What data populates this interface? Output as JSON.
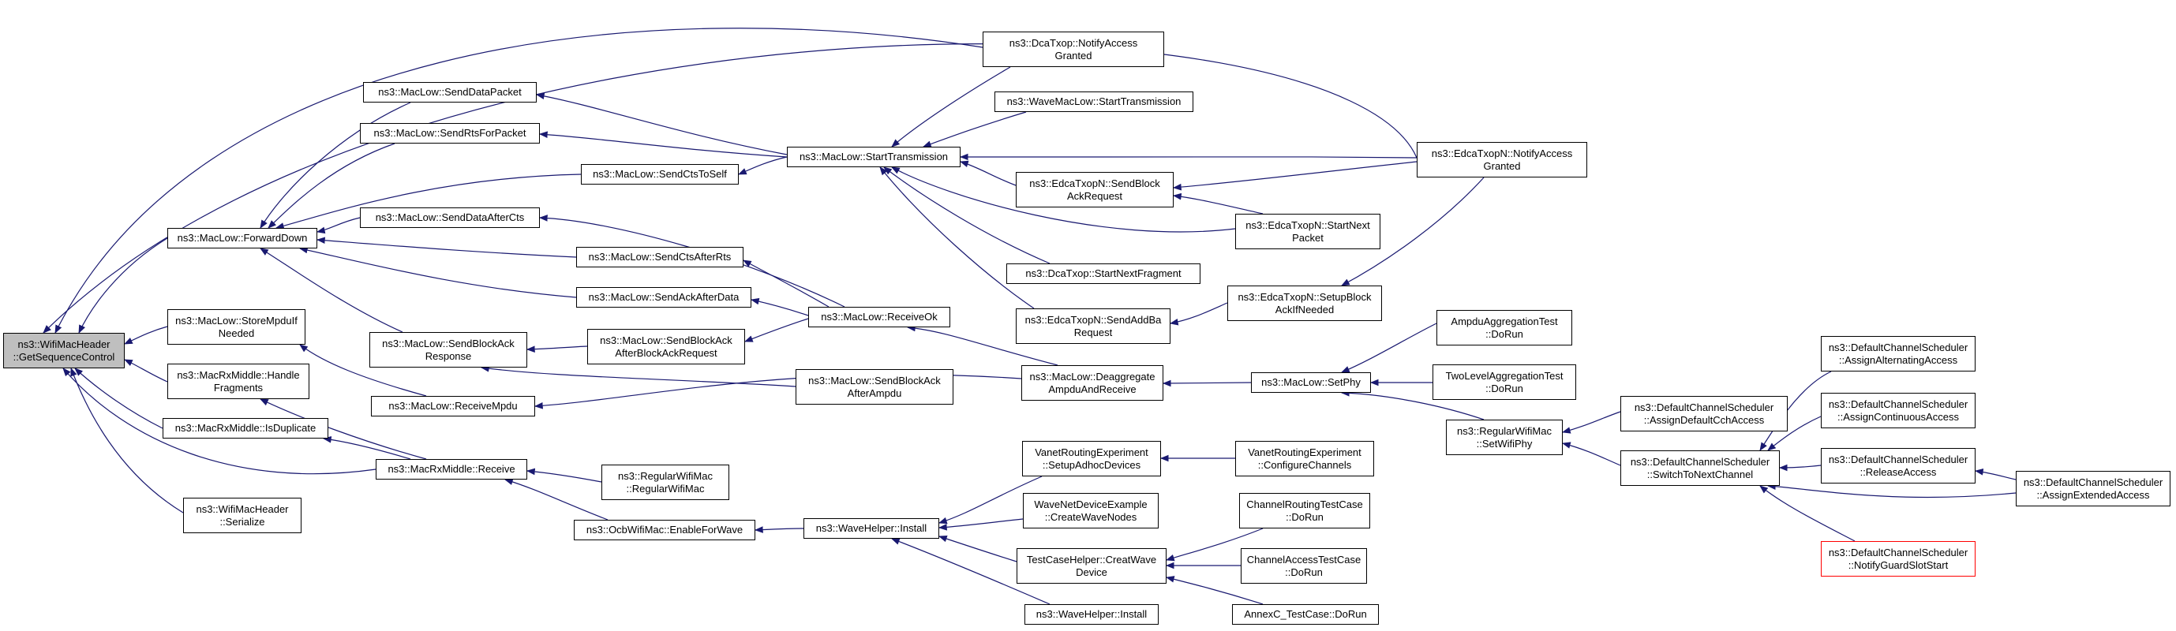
{
  "colors": {
    "edge": "#191970",
    "border": "#000000",
    "root_fill": "#bfbfbf",
    "truncated_border": "#ff0000"
  },
  "nodes": {
    "root": [
      "ns3::WifiMacHeader",
      "::GetSequenceControl"
    ],
    "forwardDown": [
      "ns3::MacLow::ForwardDown"
    ],
    "storeMpdu": [
      "ns3::MacLow::StoreMpduIf",
      "Needed"
    ],
    "handleFrag": [
      "ns3::MacRxMiddle::Handle",
      "Fragments"
    ],
    "isDup": [
      "ns3::MacRxMiddle::IsDuplicate"
    ],
    "serialize": [
      "ns3::WifiMacHeader",
      "::Serialize"
    ],
    "sendDataPacket": [
      "ns3::MacLow::SendDataPacket"
    ],
    "sendRts": [
      "ns3::MacLow::SendRtsForPacket"
    ],
    "sendDataAfterCts": [
      "ns3::MacLow::SendDataAfterCts"
    ],
    "sendBlockAckResp": [
      "ns3::MacLow::SendBlockAck",
      "Response"
    ],
    "receiveMpdu": [
      "ns3::MacLow::ReceiveMpdu"
    ],
    "rxMiddleReceive": [
      "ns3::MacRxMiddle::Receive"
    ],
    "sendCtsToSelf": [
      "ns3::MacLow::SendCtsToSelf"
    ],
    "sendCtsAfterRts": [
      "ns3::MacLow::SendCtsAfterRts"
    ],
    "sendAckAfterData": [
      "ns3::MacLow::SendAckAfterData"
    ],
    "sendBlockAckAfterReq": [
      "ns3::MacLow::SendBlockAck",
      "AfterBlockAckRequest"
    ],
    "sendBlockAckAfterAmpdu": [
      "ns3::MacLow::SendBlockAck",
      "AfterAmpdu"
    ],
    "regularWifiMacCtor": [
      "ns3::RegularWifiMac",
      "::RegularWifiMac"
    ],
    "ocbEnable": [
      "ns3::OcbWifiMac::EnableForWave"
    ],
    "startTx": [
      "ns3::MacLow::StartTransmission"
    ],
    "receiveOk": [
      "ns3::MacLow::ReceiveOk"
    ],
    "waveInstall": [
      "ns3::WaveHelper::Install"
    ],
    "dcaNotify": [
      "ns3::DcaTxop::NotifyAccess",
      "Granted"
    ],
    "waveMacStart": [
      "ns3::WaveMacLow::StartTransmission"
    ],
    "edcaSendBlockAckReq": [
      "ns3::EdcaTxopN::SendBlock",
      "AckRequest"
    ],
    "dcaStartNext": [
      "ns3::DcaTxop::StartNextFragment"
    ],
    "edcaSendAddBa": [
      "ns3::EdcaTxopN::SendAddBa",
      "Request"
    ],
    "deaggregate": [
      "ns3::MacLow::Deaggregate",
      "AmpduAndReceive"
    ],
    "vanetSetup": [
      "VanetRoutingExperiment",
      "::SetupAdhocDevices"
    ],
    "waveNetDevice": [
      "WaveNetDeviceExample",
      "::CreateWaveNodes"
    ],
    "testCaseHelper": [
      "TestCaseHelper::CreatWave",
      "Device"
    ],
    "waveInstall2": [
      "ns3::WaveHelper::Install"
    ],
    "edcaNotify": [
      "ns3::EdcaTxopN::NotifyAccess",
      "Granted"
    ],
    "edcaStartNext": [
      "ns3::EdcaTxopN::StartNext",
      "Packet"
    ],
    "edcaSetupBlockAck": [
      "ns3::EdcaTxopN::SetupBlock",
      "AckIfNeeded"
    ],
    "setPhy": [
      "ns3::MacLow::SetPhy"
    ],
    "vanetConfigure": [
      "VanetRoutingExperiment",
      "::ConfigureChannels"
    ],
    "channelRouting": [
      "ChannelRoutingTestCase",
      "::DoRun"
    ],
    "channelAccess": [
      "ChannelAccessTestCase",
      "::DoRun"
    ],
    "annexC": [
      "AnnexC_TestCase::DoRun"
    ],
    "ampduAggTest": [
      "AmpduAggregationTest",
      "::DoRun"
    ],
    "twoLevelAggTest": [
      "TwoLevelAggregationTest",
      "::DoRun"
    ],
    "regularSetWifiPhy": [
      "ns3::RegularWifiMac",
      "::SetWifiPhy"
    ],
    "assignDefaultCch": [
      "ns3::DefaultChannelScheduler",
      "::AssignDefaultCchAccess"
    ],
    "switchToNext": [
      "ns3::DefaultChannelScheduler",
      "::SwitchToNextChannel"
    ],
    "assignAlternating": [
      "ns3::DefaultChannelScheduler",
      "::AssignAlternatingAccess"
    ],
    "assignContinuous": [
      "ns3::DefaultChannelScheduler",
      "::AssignContinuousAccess"
    ],
    "releaseAccess": [
      "ns3::DefaultChannelScheduler",
      "::ReleaseAccess"
    ],
    "notifyGuard": [
      "ns3::DefaultChannelScheduler",
      "::NotifyGuardSlotStart"
    ],
    "assignExtended": [
      "ns3::DefaultChannelScheduler",
      "::AssignExtendedAccess"
    ]
  }
}
